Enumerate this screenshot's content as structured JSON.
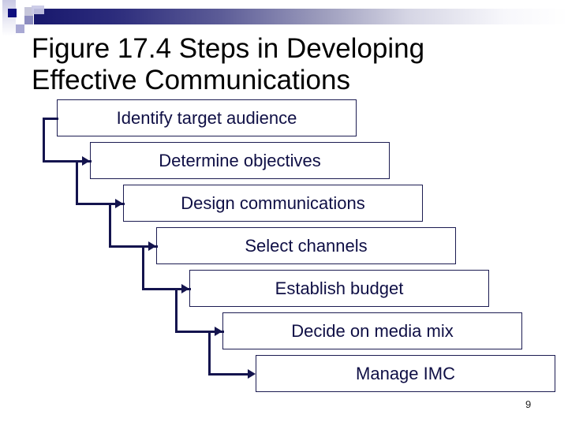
{
  "slide": {
    "title_lines": [
      "Figure 17.4 Steps in Developing",
      "Effective Communications"
    ],
    "steps": [
      "Identify target audience",
      "Determine objectives",
      "Design communications",
      "Select channels",
      "Establish budget",
      "Decide on media mix",
      "Manage IMC"
    ],
    "page_number": "9",
    "colors": {
      "header_bar_start": "#18186d",
      "header_bar_end": "#ffffff",
      "pixel_square_navy": "#0e0e7e",
      "pixel_square_slate": "#8d8dc0",
      "pixel_square_lavender": "#a9a9d4",
      "connector_line": "#14144e",
      "box_border": "#1c1c52",
      "box_text": "#0f0f45",
      "box_background": "#ffffff",
      "title_text": "#000000"
    }
  }
}
